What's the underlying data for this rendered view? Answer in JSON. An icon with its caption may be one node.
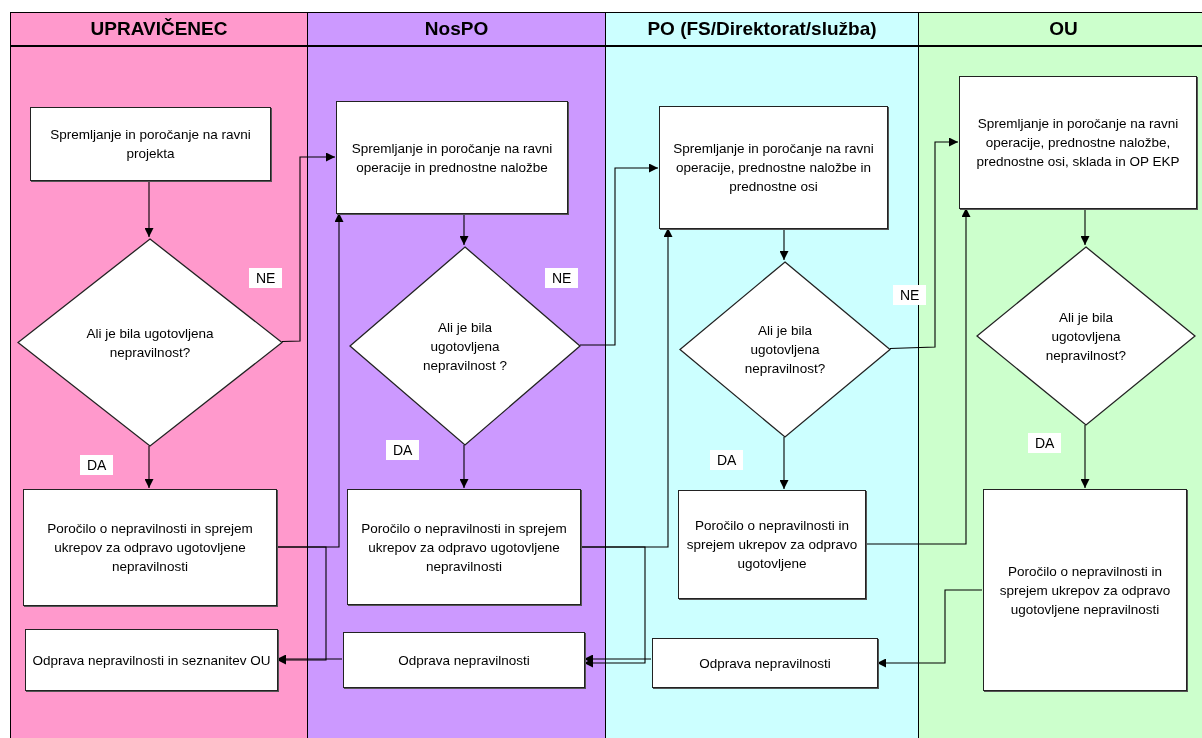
{
  "diagram": {
    "nodes": [
      {
        "text": [
          "UPRAVIČENEC"
        ]
      },
      {
        "text": [
          "Spremljanje in poročanje na ravni projekta"
        ],
        "in": 0
      },
      {
        "text": [
          "Ali je bila ugotovljena nepravilnost?"
        ],
        "in": 0
      },
      {
        "text": [
          "Poročilo o nepravilnosti in sprejem ukrepov za odpravo ugotovljene nepravilnosti"
        ],
        "in": 0
      },
      {
        "text": [
          "Odprava nepravilnosti in seznanitev OU"
        ],
        "in": 0
      },
      {
        "text": [
          "NosPO"
        ]
      },
      {
        "text": [
          "Spremljanje in poročanje na ravni operacije in prednostne naložbe"
        ],
        "in": 5
      },
      {
        "text": [
          "Ali je bila ugotovljena nepravilnost ?"
        ],
        "in": 5
      },
      {
        "text": [
          "Poročilo o nepravilnosti in sprejem ukrepov za odpravo ugotovljene nepravilnosti"
        ],
        "in": 5
      },
      {
        "text": [
          "Odprava nepravilnosti"
        ],
        "in": 5
      },
      {
        "text": [
          "PO (FS/Direktorat/služba)"
        ]
      },
      {
        "text": [
          "Spremljanje in poročanje na ravni operacije, prednostne naložbe in prednostne osi"
        ],
        "in": 10
      },
      {
        "text": [
          "Ali je bila ugotovljena nepravilnost?"
        ],
        "in": 10
      },
      {
        "text": [
          "Poročilo o nepravilnosti in sprejem ukrepov za odpravo ugotovljene"
        ],
        "in": 10
      },
      {
        "text": [
          "Odprava nepravilnosti"
        ],
        "in": 10
      },
      {
        "text": [
          "OU"
        ]
      },
      {
        "text": [
          "Spremljanje in poročanje na ravni operacije, prednostne naložbe, prednostne osi, sklada in OP EKP"
        ],
        "in": 15
      },
      {
        "text": [
          "Ali je bila ugotovljena nepravilnost?"
        ],
        "in": 15
      },
      {
        "text": [
          "Poročilo o nepravilnosti in sprejem ukrepov za odpravo ugotovljene nepravilnosti"
        ],
        "in": 15
      }
    ],
    "edges": [
      {
        "from": 1,
        "to": 2,
        "arrow": "to"
      },
      {
        "from": 2,
        "to": 3,
        "arrow": "to",
        "label": "DA"
      },
      {
        "from": 2,
        "to": 6,
        "arrow": "to",
        "label": "NE"
      },
      {
        "from": 3,
        "to": 6,
        "arrow": "to"
      },
      {
        "from": 3,
        "to": 4,
        "arrow": "to"
      },
      {
        "from": 9,
        "to": 4,
        "arrow": "to"
      },
      {
        "from": 6,
        "to": 7,
        "arrow": "to"
      },
      {
        "from": 7,
        "to": 8,
        "arrow": "to",
        "label": "DA"
      },
      {
        "from": 7,
        "to": 11,
        "arrow": "to",
        "label": "NE"
      },
      {
        "from": 8,
        "to": 11,
        "arrow": "to"
      },
      {
        "from": 8,
        "to": 9,
        "arrow": "to"
      },
      {
        "from": 14,
        "to": 9,
        "arrow": "to"
      },
      {
        "from": 11,
        "to": 12,
        "arrow": "to"
      },
      {
        "from": 12,
        "to": 13,
        "arrow": "to",
        "label": "DA"
      },
      {
        "from": 12,
        "to": 16,
        "arrow": "to",
        "label": "NE"
      },
      {
        "from": 13,
        "to": 16,
        "arrow": "to"
      },
      {
        "from": 18,
        "to": 14,
        "arrow": "to"
      },
      {
        "from": 16,
        "to": 17,
        "arrow": "to"
      },
      {
        "from": 17,
        "to": 18,
        "arrow": "to",
        "label": "DA"
      }
    ]
  }
}
